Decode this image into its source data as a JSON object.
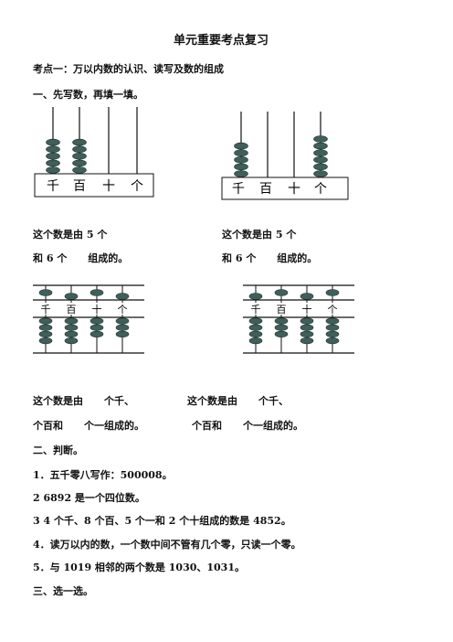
{
  "title": "单元重要考点复习",
  "point1": "考点一：万以内数的认识、读写及数的组成",
  "section1": {
    "heading": "一、先写数，再填一填。",
    "abacus_labels": [
      "千",
      "百",
      "十",
      "个"
    ],
    "abacus1_beads": [
      5,
      5,
      0,
      0
    ],
    "abacus2_beads": [
      5,
      0,
      0,
      6
    ],
    "q1_line1": "这个数是由 5 个",
    "q1_line2": "和 6 个      组成的。",
    "q2_line1": "这个数是由 5 个",
    "q2_line2": "和 6 个      组成的。",
    "q3_line1": "这个数是由      个千、",
    "q3_line2": "个百和      个一组成的。",
    "q4_line1": "这个数是由      个千、",
    "q4_line2": "个百和      个一组成的。"
  },
  "section2": {
    "heading": "二、判断。",
    "items": [
      "1．五千零八写作：500008。",
      "2 6892 是一个四位数。",
      "3 4 个千、8 个百、5 个一和 2 个十组成的数是 4852。",
      "4．读万以内的数，一个数中间不管有几个零，只读一个零。",
      "5．与 1019 相邻的两个数是 1030、1031。"
    ]
  },
  "section3": {
    "heading": "三、选一选。"
  },
  "colors": {
    "bead": "#3f5f5a",
    "ink": "#111111"
  }
}
